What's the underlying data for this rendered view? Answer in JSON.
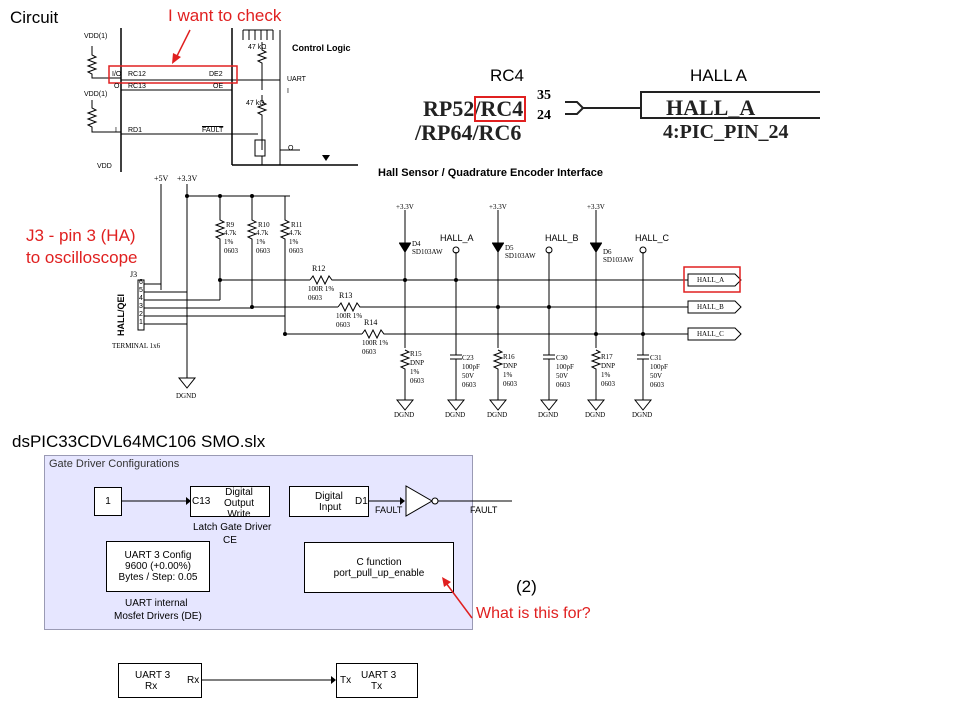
{
  "annotations": {
    "circuit_title": "Circuit",
    "check_note": "I want to check",
    "j3_note_line1": "J3 - pin 3 (HA)",
    "j3_note_line2": "to oscilloscope",
    "rc4_label": "RC4",
    "hall_a_label": "HALL A",
    "number_label": "(2)",
    "question": "What is this for?",
    "model_title": "dsPIC33CDVL64MC106  SMO.slx"
  },
  "schematic_top": {
    "vdd_label": "VDD(1)",
    "vdd_label2": "VDD(1)",
    "vss_label": "VDD",
    "pin_io": "I/O",
    "pin_rc12": "RC12",
    "pin_de2": "DE2",
    "pin_o": "O",
    "pin_rc13": "RC13",
    "pin_oe": "OE",
    "pin_i": "I",
    "pin_rd1": "RD1",
    "pin_fault": "FAULT",
    "res1": "47 kΩ",
    "res2": "47 kΩ",
    "control_logic": "Control Logic",
    "uart": "UART",
    "uart_i": "I",
    "out_o": "O"
  },
  "zoom_crop": {
    "pin_text1": "RP52/RC4",
    "pin_text2": "/RP64/RC6",
    "pin_num1": "35",
    "pin_num2": "24",
    "hall_box": "HALL_A",
    "hall_box2": "4:PIC_PIN_24"
  },
  "hall_schematic": {
    "title": "Hall Sensor / Quadrature Encoder Interface",
    "v5": "+5V",
    "v33": "+3.3V",
    "resistors_pullup": [
      {
        "name": "R9",
        "val": "4.7k",
        "tol": "1%",
        "pkg": "0603"
      },
      {
        "name": "R10",
        "val": "4.7k",
        "tol": "1%",
        "pkg": "0603"
      },
      {
        "name": "R11",
        "val": "4.7k",
        "tol": "1%",
        "pkg": "0603"
      }
    ],
    "series_res": [
      {
        "name": "R12",
        "val": "100R 1%",
        "pkg": "0603"
      },
      {
        "name": "R13",
        "val": "100R 1%",
        "pkg": "0603"
      },
      {
        "name": "R14",
        "val": "100R 1%",
        "pkg": "0603"
      }
    ],
    "connector": "J3",
    "connector_name": "HALL/QEI",
    "connector_type": "TERMINAL 1x6",
    "pins": [
      "6",
      "5",
      "4",
      "3",
      "2",
      "1"
    ],
    "dgnd": "DGND",
    "channels": [
      {
        "diode": "D4",
        "diode_part": "SD103AW",
        "test": "HALL_A",
        "rdn": "R15",
        "rdn_val": "DNP",
        "rdn_tol": "1%",
        "rdn_pkg": "0603",
        "cap": "C23",
        "cap_val": "100pF",
        "cap_v": "50V",
        "cap_pkg": "0603",
        "net": "HALL_A",
        "supply": "+3.3V"
      },
      {
        "diode": "D5",
        "diode_part": "SD103AW",
        "test": "HALL_B",
        "rdn": "R16",
        "rdn_val": "DNP",
        "rdn_tol": "1%",
        "rdn_pkg": "0603",
        "cap": "C30",
        "cap_val": "100pF",
        "cap_v": "50V",
        "cap_pkg": "0603",
        "net": "HALL_B",
        "supply": "+3.3V"
      },
      {
        "diode": "D6",
        "diode_part": "SD103AW",
        "test": "HALL_C",
        "rdn": "R17",
        "rdn_val": "DNP",
        "rdn_tol": "1%",
        "rdn_pkg": "0603",
        "cap": "C31",
        "cap_val": "100pF",
        "cap_v": "50V",
        "cap_pkg": "0603",
        "net": "HALL_C",
        "supply": "+3.3V"
      }
    ]
  },
  "simulink": {
    "panel_title": "Gate Driver Configurations",
    "const_value": "1",
    "digital_output": {
      "line1": "Digital",
      "line2": "Output",
      "line3": "Write",
      "port": "C13",
      "caption1": "Latch Gate Driver",
      "caption2": "CE"
    },
    "digital_input": {
      "line1": "Digital",
      "line2": "Input",
      "port": "D1"
    },
    "fault_in": "FAULT",
    "fault_out": "FAULT",
    "uart_config": {
      "line1": "UART 3 Config",
      "line2": "9600 (+0.00%)",
      "line3": "Bytes / Step:  0.05",
      "caption1": "UART internal",
      "caption2": "Mosfet Drivers (DE)"
    },
    "c_function": {
      "line1": "C function",
      "line2": "port_pull_up_enable"
    },
    "uart_rx": {
      "line1": "UART 3",
      "line2": "Rx",
      "port": "Rx"
    },
    "uart_tx": {
      "line1": "UART 3",
      "line2": "Tx",
      "port": "Tx"
    }
  }
}
